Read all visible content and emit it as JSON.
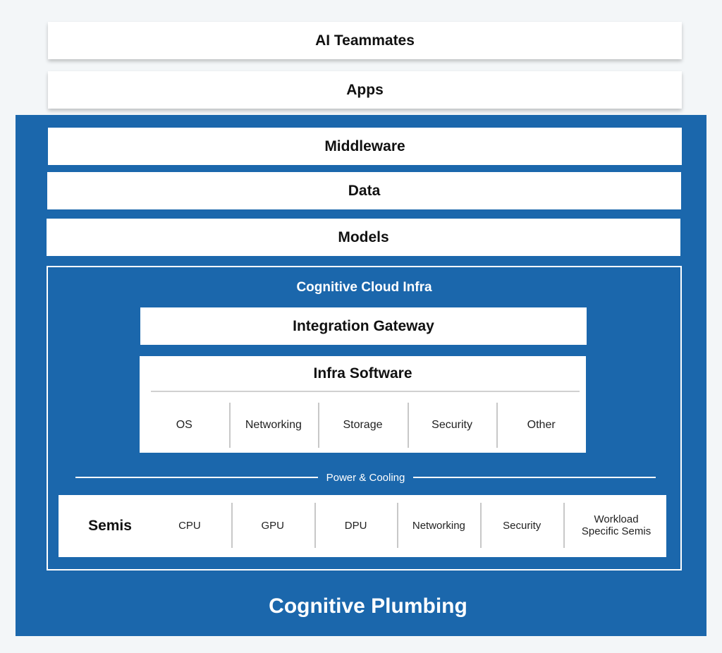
{
  "layers": {
    "ai_teammates": "AI Teammates",
    "apps": "Apps",
    "middleware": "Middleware",
    "data": "Data",
    "models": "Models"
  },
  "cloud_infra": {
    "title": "Cognitive Cloud Infra",
    "integration_gateway": "Integration Gateway",
    "infra_software": {
      "title": "Infra Software",
      "items": [
        "OS",
        "Networking",
        "Storage",
        "Security",
        "Other"
      ]
    },
    "power_cooling": "Power & Cooling",
    "semis": {
      "title": "Semis",
      "items": [
        "CPU",
        "GPU",
        "DPU",
        "Networking",
        "Security",
        "Workload Specific Semis"
      ]
    }
  },
  "footer": "Cognitive Plumbing",
  "colors": {
    "panel_blue": "#1b67ac",
    "background": "#f3f6f8",
    "box_white": "#ffffff"
  }
}
